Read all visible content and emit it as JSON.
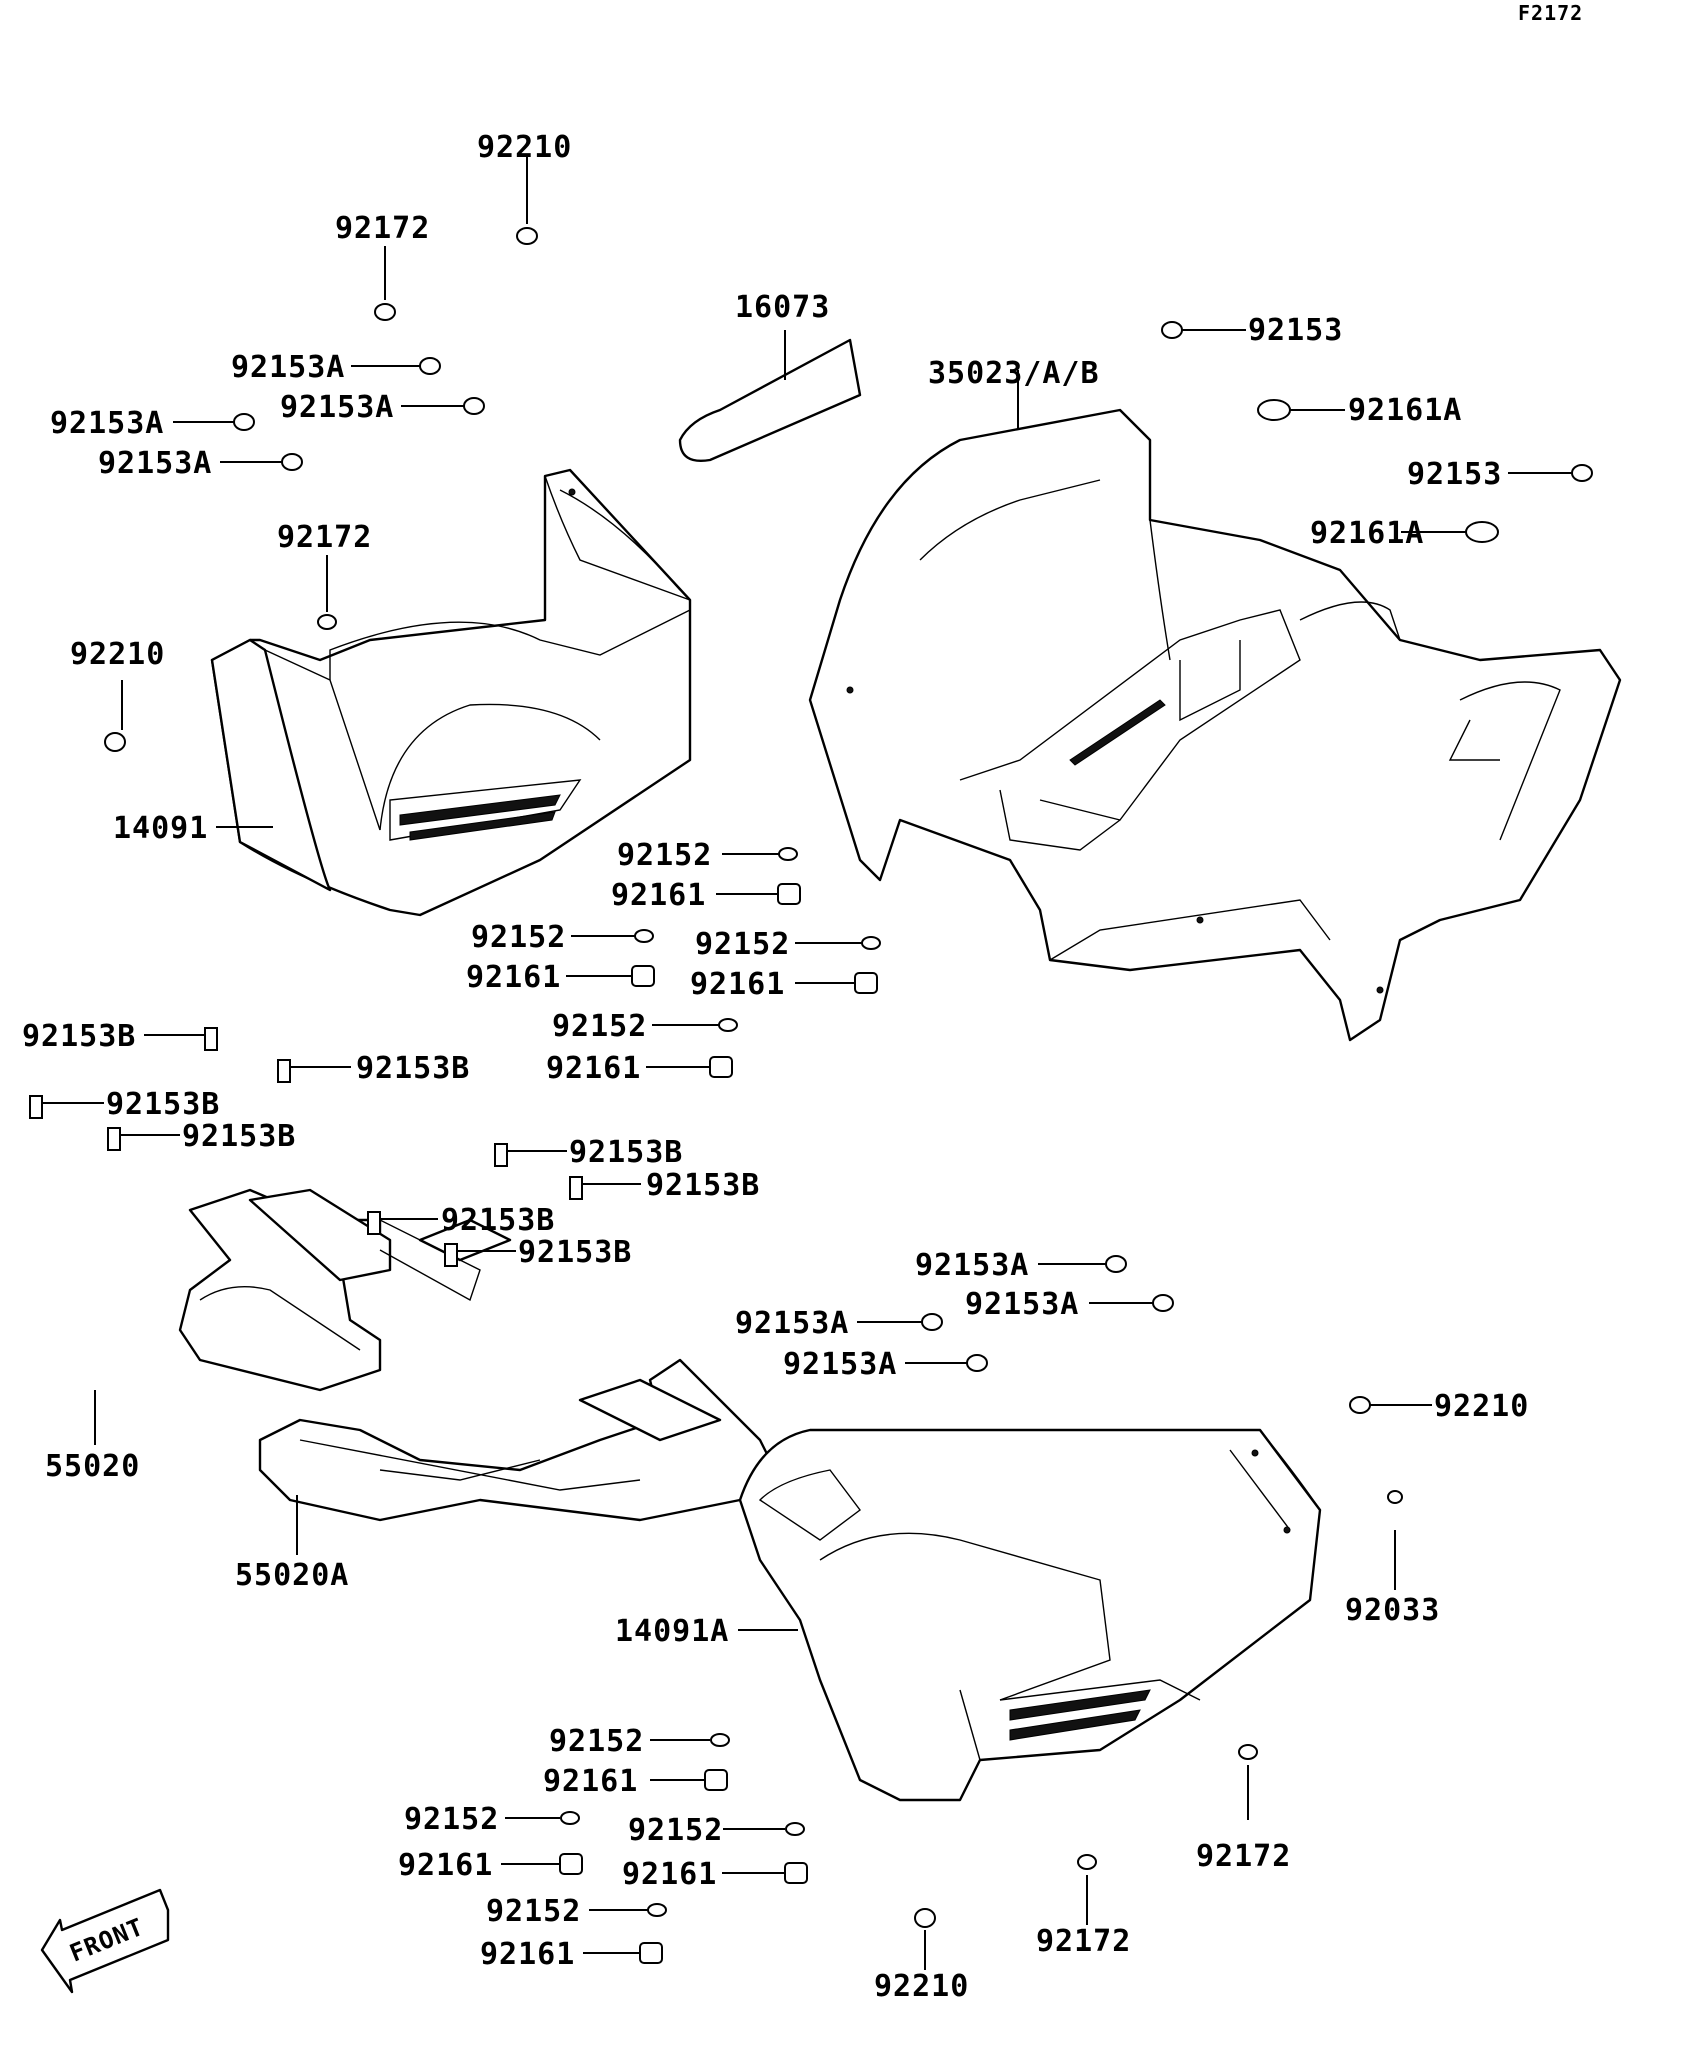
{
  "figure_code": "F2172",
  "front_label": "FRONT",
  "callouts": [
    {
      "id": "c1",
      "text": "92210"
    },
    {
      "id": "c2",
      "text": "92172"
    },
    {
      "id": "c3",
      "text": "16073"
    },
    {
      "id": "c4",
      "text": "92153"
    },
    {
      "id": "c5",
      "text": "35023/A/B"
    },
    {
      "id": "c6",
      "text": "92161A"
    },
    {
      "id": "c7",
      "text": "92153A"
    },
    {
      "id": "c8",
      "text": "92153A"
    },
    {
      "id": "c9",
      "text": "92153A"
    },
    {
      "id": "c10",
      "text": "92153A"
    },
    {
      "id": "c11",
      "text": "92153"
    },
    {
      "id": "c12",
      "text": "92161A"
    },
    {
      "id": "c13",
      "text": "92172"
    },
    {
      "id": "c14",
      "text": "92210"
    },
    {
      "id": "c15",
      "text": "14091"
    },
    {
      "id": "c16",
      "text": "92152"
    },
    {
      "id": "c17",
      "text": "92161"
    },
    {
      "id": "c18",
      "text": "92152"
    },
    {
      "id": "c19",
      "text": "92152"
    },
    {
      "id": "c20",
      "text": "92161"
    },
    {
      "id": "c21",
      "text": "92161"
    },
    {
      "id": "c22",
      "text": "92152"
    },
    {
      "id": "c23",
      "text": "92161"
    },
    {
      "id": "c24",
      "text": "92153B"
    },
    {
      "id": "c25",
      "text": "92153B"
    },
    {
      "id": "c26",
      "text": "92153B"
    },
    {
      "id": "c27",
      "text": "92153B"
    },
    {
      "id": "c28",
      "text": "92153B"
    },
    {
      "id": "c29",
      "text": "92153B"
    },
    {
      "id": "c30",
      "text": "92153B"
    },
    {
      "id": "c31",
      "text": "92153B"
    },
    {
      "id": "c32",
      "text": "92153A"
    },
    {
      "id": "c33",
      "text": "92153A"
    },
    {
      "id": "c34",
      "text": "92153A"
    },
    {
      "id": "c35",
      "text": "92153A"
    },
    {
      "id": "c36",
      "text": "92210"
    },
    {
      "id": "c37",
      "text": "55020"
    },
    {
      "id": "c38",
      "text": "55020A"
    },
    {
      "id": "c39",
      "text": "92033"
    },
    {
      "id": "c40",
      "text": "14091A"
    },
    {
      "id": "c41",
      "text": "92152"
    },
    {
      "id": "c42",
      "text": "92161"
    },
    {
      "id": "c43",
      "text": "92152"
    },
    {
      "id": "c44",
      "text": "92152"
    },
    {
      "id": "c45",
      "text": "92161"
    },
    {
      "id": "c46",
      "text": "92161"
    },
    {
      "id": "c47",
      "text": "92152"
    },
    {
      "id": "c48",
      "text": "92161"
    },
    {
      "id": "c49",
      "text": "92172"
    },
    {
      "id": "c50",
      "text": "92172"
    },
    {
      "id": "c51",
      "text": "92210"
    }
  ]
}
